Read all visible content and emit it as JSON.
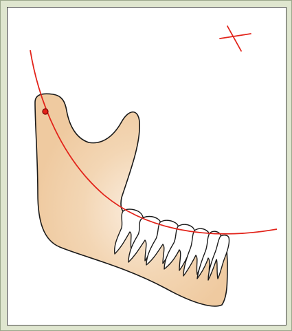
{
  "figure": {
    "subject": "mandible",
    "colors": {
      "frame_background": "#dfe6cf",
      "canvas_background": "#ffffff",
      "bone_fill": "#f0cda4",
      "bone_highlight": "#fbeee0",
      "outline": "#1a1a1a",
      "arc": "#e2231a",
      "marker_fill": "#e2231a",
      "marker_stroke": "#7a0000",
      "tooth_fill": "#ffffff"
    },
    "elements": [
      "mandible-body",
      "condyle-point",
      "curve-of-spee-arc",
      "center-cross-mark",
      "lower-teeth"
    ],
    "tooth_count": 7
  }
}
